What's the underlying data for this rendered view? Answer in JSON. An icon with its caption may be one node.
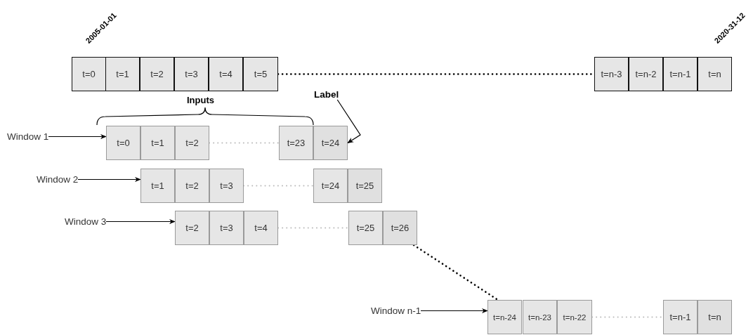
{
  "diagram": {
    "nodes": [
      {
        "text": [
          "t=0"
        ]
      },
      {
        "text": [
          "t=1"
        ]
      },
      {
        "text": [
          "t=2"
        ]
      },
      {
        "text": [
          "t=3"
        ]
      },
      {
        "text": [
          "t=4"
        ]
      },
      {
        "text": [
          "t=5"
        ]
      },
      {
        "text": [
          "t=n-3"
        ]
      },
      {
        "text": [
          "t=n-2"
        ]
      },
      {
        "text": [
          "t=n-1"
        ]
      },
      {
        "text": [
          "t=n"
        ]
      },
      {
        "text": [
          "Label"
        ]
      },
      {
        "text": [
          "Window 1"
        ]
      },
      {
        "text": [
          "t=0"
        ]
      },
      {
        "text": [
          "t=1"
        ]
      },
      {
        "text": [
          "t=2"
        ]
      },
      {
        "text": [
          "t=23"
        ]
      },
      {
        "text": [
          "t=24"
        ]
      },
      {
        "text": [
          "Window 2"
        ]
      },
      {
        "text": [
          "t=1"
        ]
      },
      {
        "text": [
          "t=2"
        ]
      },
      {
        "text": [
          "t=3"
        ]
      },
      {
        "text": [
          "t=24"
        ]
      },
      {
        "text": [
          "t=25"
        ]
      },
      {
        "text": [
          "Window 3"
        ]
      },
      {
        "text": [
          "t=2"
        ]
      },
      {
        "text": [
          "t=3"
        ]
      },
      {
        "text": [
          "t=4"
        ]
      },
      {
        "text": [
          "t=25"
        ]
      },
      {
        "text": [
          "t=26"
        ]
      },
      {
        "text": [
          "Window n-1"
        ]
      },
      {
        "text": [
          "t=n-24"
        ]
      },
      {
        "text": [
          "t=n-23"
        ]
      },
      {
        "text": [
          "t=n-22"
        ]
      },
      {
        "text": [
          "t=n-1"
        ]
      },
      {
        "text": [
          "t=n"
        ]
      }
    ],
    "edges": [
      {
        "from": 5,
        "to": 6,
        "arrow": "none",
        "style": "dashed"
      },
      {
        "from": 10,
        "to": 16,
        "arrow": "to"
      },
      {
        "from": 11,
        "to": 12,
        "arrow": "to"
      },
      {
        "from": 14,
        "to": 15,
        "arrow": "none",
        "style": "dashed",
        "color": "#bbbbbb"
      },
      {
        "from": 17,
        "to": 18,
        "arrow": "to"
      },
      {
        "from": 20,
        "to": 21,
        "arrow": "none",
        "style": "dashed",
        "color": "#bbbbbb"
      },
      {
        "from": 23,
        "to": 24,
        "arrow": "to"
      },
      {
        "from": 26,
        "to": 27,
        "arrow": "none",
        "style": "dashed",
        "color": "#bbbbbb"
      },
      {
        "from": 28,
        "to": 30,
        "arrow": "none",
        "style": "dashed"
      },
      {
        "from": 29,
        "to": 30,
        "arrow": "to"
      },
      {
        "from": 32,
        "to": 33,
        "arrow": "none",
        "style": "dashed",
        "color": "#bbbbbb"
      }
    ],
    "labels": [
      "2005-01-01",
      "2020-31-12",
      "Inputs"
    ]
  }
}
